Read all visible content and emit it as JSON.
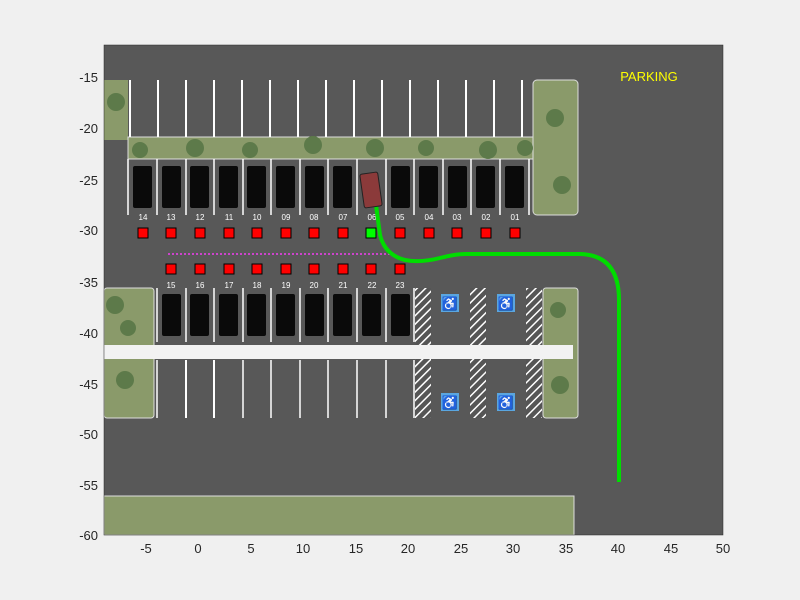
{
  "chart_data": {
    "type": "scatter",
    "title": "",
    "xlabel": "",
    "ylabel": "",
    "xlim": [
      -9,
      50
    ],
    "ylim": [
      -60,
      -13
    ],
    "xticks": [
      -5,
      0,
      5,
      10,
      15,
      20,
      25,
      30,
      35,
      40,
      45,
      50
    ],
    "yticks": [
      -15,
      -20,
      -25,
      -30,
      -35,
      -40,
      -45,
      -50,
      -55,
      -60
    ],
    "annotation": "PARKING",
    "annotation_color": "#ffff00",
    "background": "parking lot aerial view",
    "top_row_spot_labels": [
      "14",
      "13",
      "12",
      "11",
      "10",
      "09",
      "08",
      "07",
      "06",
      "05",
      "04",
      "03",
      "02",
      "01"
    ],
    "top_row_spot_x": [
      -2.6,
      0.1,
      2.8,
      5.5,
      8.2,
      10.9,
      13.6,
      16.3,
      19.0,
      21.7,
      24.4,
      27.1,
      29.8,
      32.5
    ],
    "top_row_marker_y": -30.5,
    "bottom_row_spot_labels": [
      "15",
      "16",
      "17",
      "18",
      "19",
      "20",
      "21",
      "22",
      "23"
    ],
    "bottom_row_spot_x": [
      -2.6,
      0.1,
      2.8,
      5.5,
      8.2,
      10.9,
      13.6,
      16.3,
      19.0
    ],
    "bottom_row_marker_y": -34.3,
    "series": [
      {
        "name": "free spots",
        "marker": "square",
        "color": "#ff0000",
        "points": [
          [
            -2.6,
            -30.5
          ],
          [
            0.1,
            -30.5
          ],
          [
            2.8,
            -30.5
          ],
          [
            5.5,
            -30.5
          ],
          [
            8.2,
            -30.5
          ],
          [
            10.9,
            -30.5
          ],
          [
            13.6,
            -30.5
          ],
          [
            19.0,
            -30.5
          ],
          [
            21.7,
            -30.5
          ],
          [
            24.4,
            -30.5
          ],
          [
            27.1,
            -30.5
          ],
          [
            29.8,
            -30.5
          ],
          [
            32.5,
            -30.5
          ],
          [
            -2.6,
            -34.3
          ],
          [
            0.1,
            -34.3
          ],
          [
            2.8,
            -34.3
          ],
          [
            5.5,
            -34.3
          ],
          [
            8.2,
            -34.3
          ],
          [
            10.9,
            -34.3
          ],
          [
            13.6,
            -34.3
          ],
          [
            16.3,
            -34.3
          ],
          [
            19.0,
            -34.3
          ]
        ]
      },
      {
        "name": "target spot",
        "marker": "square",
        "color": "#00ff00",
        "points": [
          [
            16.3,
            -30.5
          ]
        ]
      },
      {
        "name": "planned path",
        "line": "solid",
        "color": "#00dd00",
        "points": [
          [
            40,
            -55
          ],
          [
            40,
            -37
          ],
          [
            39.5,
            -35
          ],
          [
            38,
            -33.3
          ],
          [
            35,
            -32.8
          ],
          [
            26,
            -32.8
          ],
          [
            24,
            -33.2
          ],
          [
            21,
            -33.7
          ],
          [
            19,
            -33.3
          ],
          [
            17.5,
            -31.5
          ],
          [
            16.7,
            -29
          ],
          [
            16.4,
            -26.5
          ]
        ]
      },
      {
        "name": "search tree",
        "line": "dotted",
        "color": "#cc44cc",
        "points": [
          [
            -3,
            -32.7
          ],
          [
            17,
            -32.7
          ]
        ]
      }
    ],
    "vehicle": {
      "x": 16.3,
      "y": -25.5,
      "color": "#8b3a3a",
      "heading_deg": 80
    }
  }
}
